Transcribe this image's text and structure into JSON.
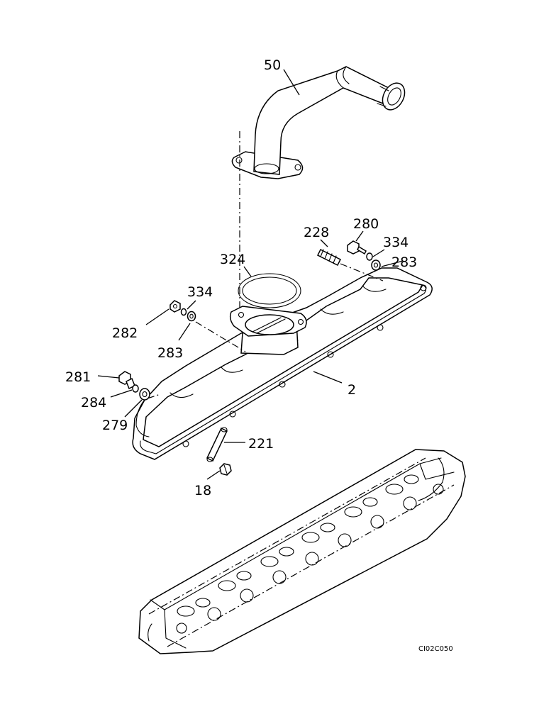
{
  "callouts": {
    "c50": "50",
    "c228": "228",
    "c280": "280",
    "c334a": "334",
    "c283a": "283",
    "c324": "324",
    "c334b": "334",
    "c282": "282",
    "c283b": "283",
    "c281": "281",
    "c2": "2",
    "c284": "284",
    "c279": "279",
    "c221": "221",
    "c18": "18"
  },
  "drawing_code": "CI02C050"
}
